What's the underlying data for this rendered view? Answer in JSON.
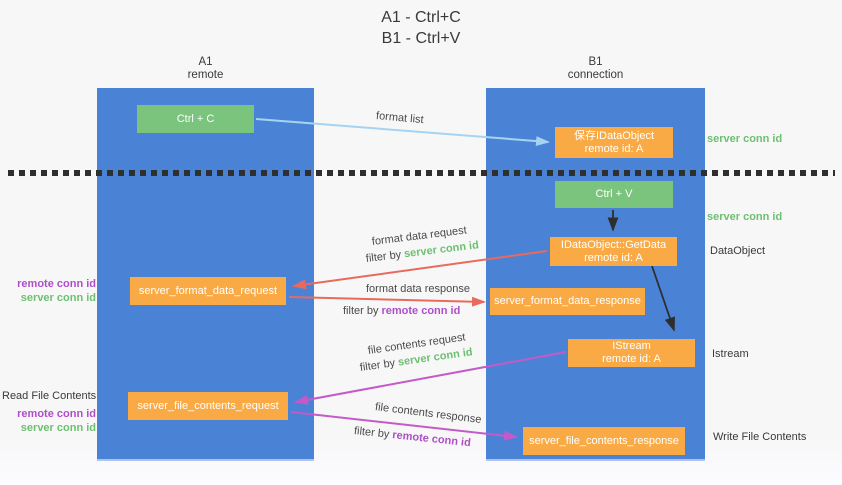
{
  "title": {
    "line1": "A1 - Ctrl+C",
    "line2": "B1 - Ctrl+V"
  },
  "columns": {
    "left": {
      "name": "A1",
      "role": "remote"
    },
    "right": {
      "name": "B1",
      "role": "connection"
    }
  },
  "boxes": {
    "ctrl_c": "Ctrl + C",
    "ctrl_v": "Ctrl + V",
    "save_dataobject": {
      "line1": "保存IDataObject",
      "line2": "remote id: A"
    },
    "getdata": {
      "line1": "IDataObject::GetData",
      "line2": "remote id: A"
    },
    "istream": {
      "line1": "IStream",
      "line2": "remote id: A"
    },
    "format_request": "server_format_data_request",
    "format_response": "server_format_data_response",
    "file_request": "server_file_contents_request",
    "file_response": "server_file_contents_response"
  },
  "labels": {
    "format_list": "format list",
    "format_data_request": "format data request",
    "format_data_response": "format data response",
    "file_contents_request": "file contents request",
    "file_contents_response": "file contents response",
    "filter_by": "filter by",
    "server_conn_id": "server conn id",
    "remote_conn_id": "remote conn id",
    "dataobject": "DataObject",
    "istream_side": "Istream",
    "read_file_contents": "Read File Contents",
    "write_file_contents": "Write File Contents"
  },
  "colors": {
    "column_blue": "#4a83d6",
    "box_green": "#7bc47e",
    "box_orange": "#f9aa44",
    "arrow_light_blue": "#a6d3f2",
    "arrow_red": "#e96a5c",
    "arrow_magenta": "#c45ac8",
    "arrow_black": "#2e2e2e",
    "label_green": "#6dbf72",
    "label_purple": "#ae4fc8"
  }
}
